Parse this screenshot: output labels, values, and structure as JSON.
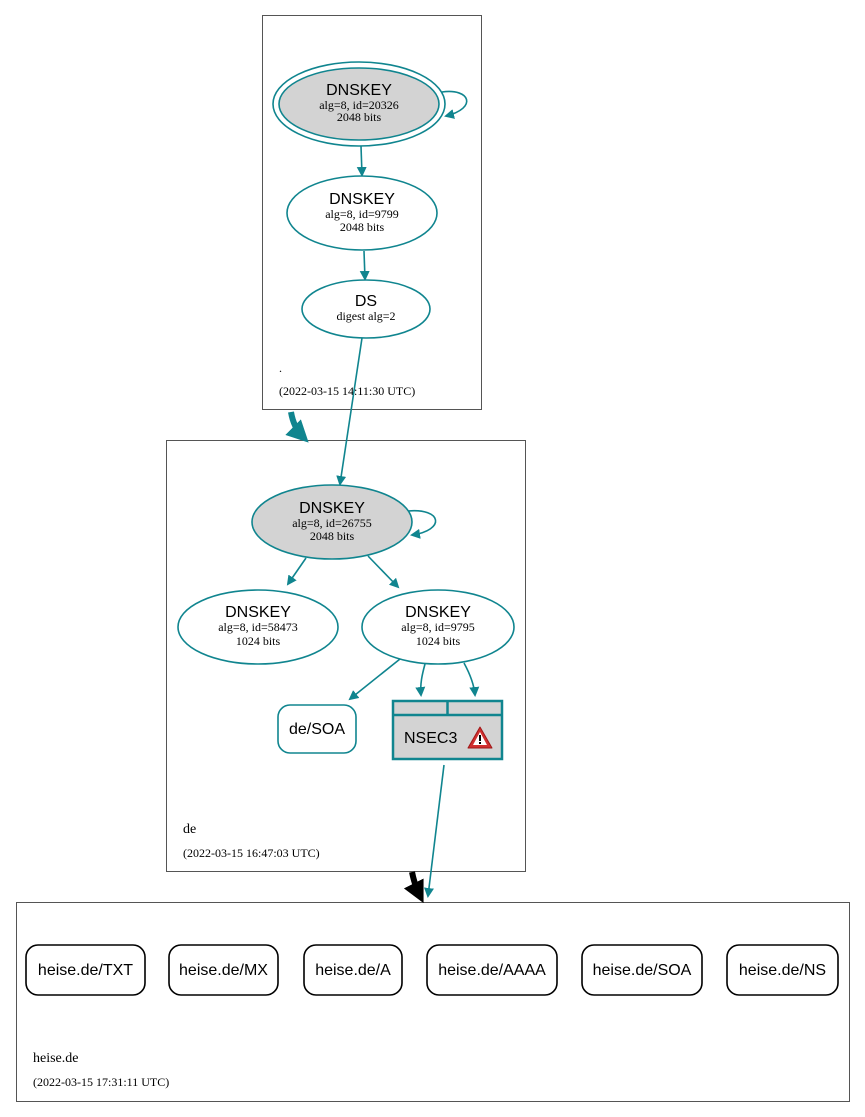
{
  "colors": {
    "teal": "#10858f",
    "node_fill_gray": "#d3d3d3",
    "black": "#000000",
    "box_border": "#555555",
    "warning_red": "#d03030"
  },
  "zones": {
    "root": {
      "name": ".",
      "timestamp": "(2022-03-15 14:11:30 UTC)"
    },
    "de": {
      "name": "de",
      "timestamp": "(2022-03-15 16:47:03 UTC)"
    },
    "heise": {
      "name": "heise.de",
      "timestamp": "(2022-03-15 17:31:11 UTC)"
    }
  },
  "nodes": {
    "root_ksk": {
      "title": "DNSKEY",
      "line1": "alg=8, id=20326",
      "line2": "2048 bits"
    },
    "root_zsk": {
      "title": "DNSKEY",
      "line1": "alg=8, id=9799",
      "line2": "2048 bits"
    },
    "root_ds": {
      "title": "DS",
      "line1": "digest alg=2"
    },
    "de_ksk": {
      "title": "DNSKEY",
      "line1": "alg=8, id=26755",
      "line2": "2048 bits"
    },
    "de_zsk1": {
      "title": "DNSKEY",
      "line1": "alg=8, id=58473",
      "line2": "1024 bits"
    },
    "de_zsk2": {
      "title": "DNSKEY",
      "line1": "alg=8, id=9795",
      "line2": "1024 bits"
    },
    "de_soa": {
      "label": "de/SOA"
    },
    "nsec3": {
      "label": "NSEC3",
      "warning_icon": "warning-triangle-icon"
    }
  },
  "records": [
    {
      "label": "heise.de/TXT"
    },
    {
      "label": "heise.de/MX"
    },
    {
      "label": "heise.de/A"
    },
    {
      "label": "heise.de/AAAA"
    },
    {
      "label": "heise.de/SOA"
    },
    {
      "label": "heise.de/NS"
    }
  ]
}
